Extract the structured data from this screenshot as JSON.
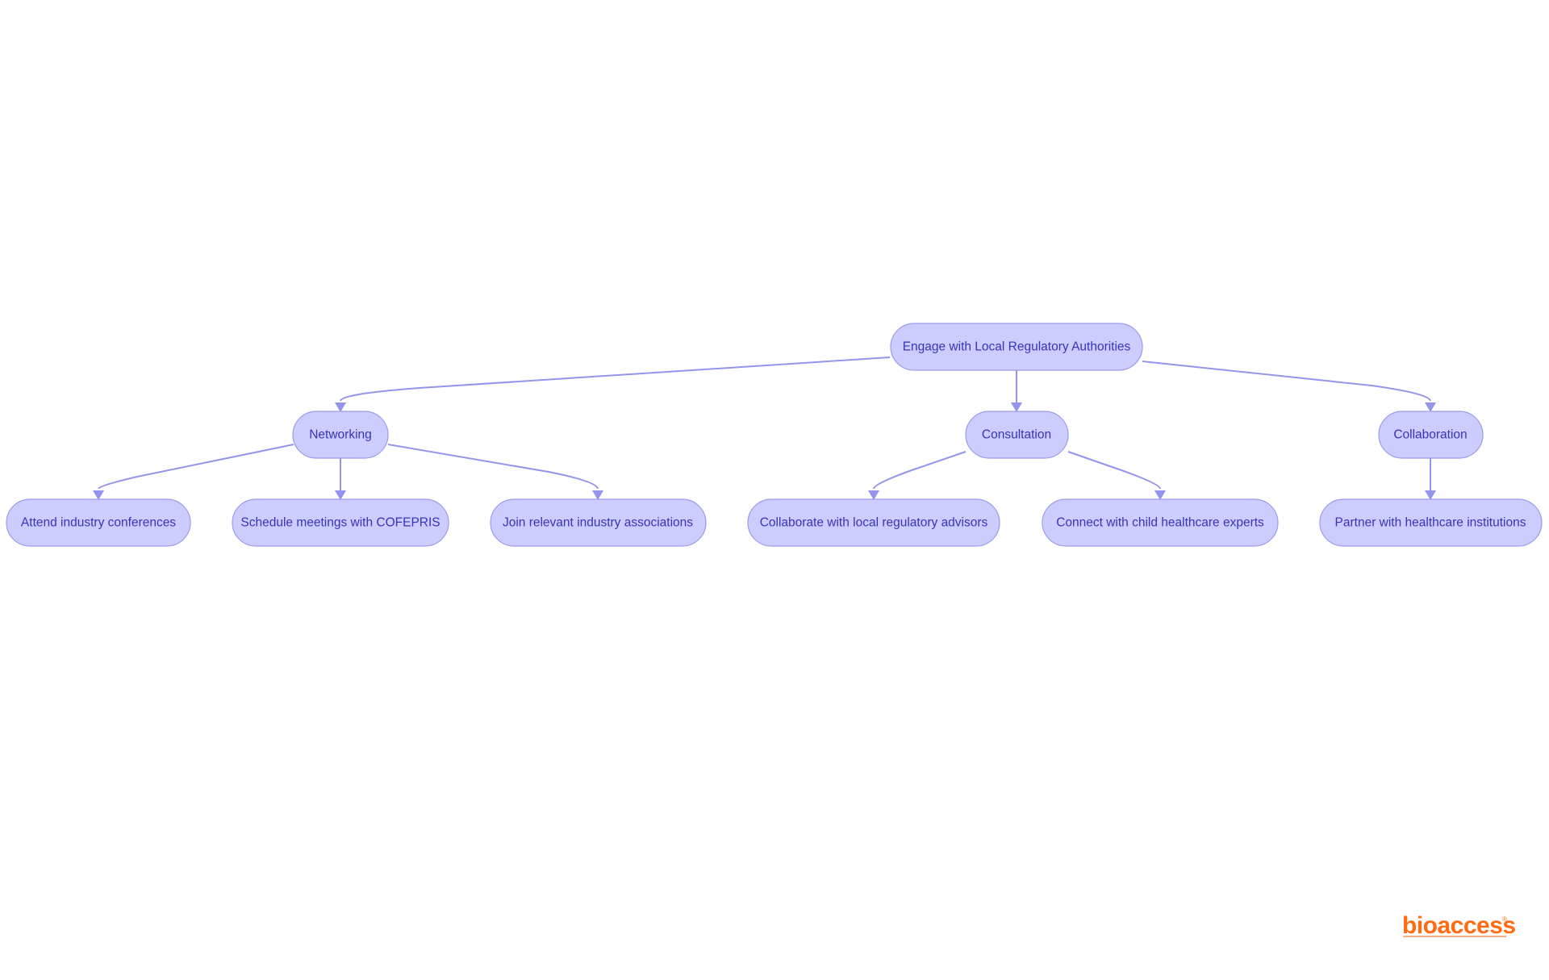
{
  "diagram": {
    "root": {
      "label": "Engage with Local Regulatory Authorities"
    },
    "branches": [
      {
        "label": "Networking"
      },
      {
        "label": "Consultation"
      },
      {
        "label": "Collaboration"
      }
    ],
    "leaves": [
      {
        "label": "Attend industry conferences"
      },
      {
        "label": "Schedule meetings with COFEPRIS"
      },
      {
        "label": "Join relevant industry associations"
      },
      {
        "label": "Collaborate with local regulatory advisors"
      },
      {
        "label": "Connect with child healthcare experts"
      },
      {
        "label": "Partner with healthcare institutions"
      }
    ]
  },
  "logo": {
    "name": "bioaccess",
    "mark": "®",
    "color": "#ff6a13"
  },
  "colors": {
    "node_fill": "#ccccff",
    "node_stroke": "#9b9bea",
    "node_text": "#3a33b8",
    "edge": "#9494ec"
  }
}
